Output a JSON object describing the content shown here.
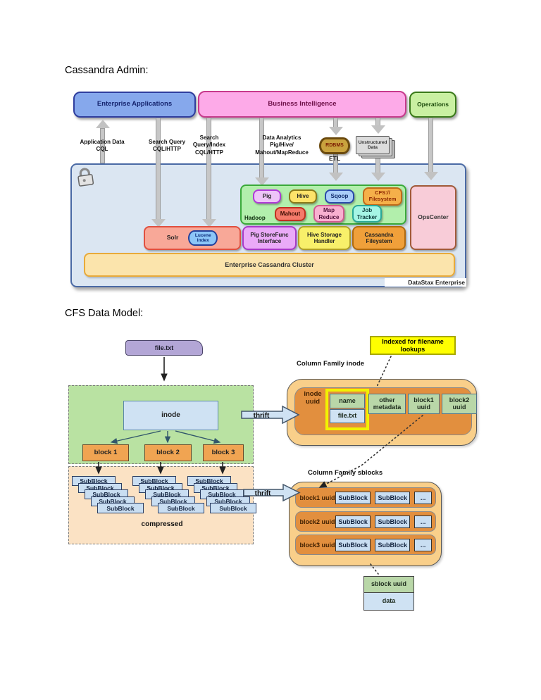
{
  "admin": {
    "heading": "Cassandra Admin:",
    "enterprise_applications": "Enterprise Applications",
    "business_intelligence": "Business Intelligence",
    "operations": "Operations",
    "flow": {
      "application_data": "Application Data\nCQL",
      "search_query": "Search Query\nCQL/HTTP",
      "search_query_index": "Search\nQuery/Index\nCQL/HTTP",
      "data_analytics": "Data Analytics\nPig/Hive/\nMahout/MapReduce",
      "rdbms": "RDBMS",
      "etl": "ETL",
      "unstructured_data": "Unstructured\nData"
    },
    "hadoop": {
      "label": "Hadoop",
      "pig": "Pig",
      "hive": "Hive",
      "sqoop": "Sqoop",
      "cfs_filesystem": "CFS://\nFilesystem",
      "mahout": "Mahout",
      "map_reduce": "Map\nReduce",
      "job_tracker": "Job\nTracker"
    },
    "solr": "Solr",
    "lucene_index": "Lucene\nIndex",
    "pig_storefunc": "Pig StoreFunc\nInterface",
    "hive_storage": "Hive Storage\nHandler",
    "cassandra_filesystem": "Cassandra\nFileystem",
    "opscenter": "OpsCenter",
    "cluster": "Enterprise Cassandra Cluster",
    "datastax": "DataStax Enterprise"
  },
  "cfs": {
    "heading": "CFS Data Model:",
    "file_txt": "file.txt",
    "indexed_note": "Indexed for filename\nlookups",
    "cf_inode_label": "Column Family inode",
    "cf_sblocks_label": "Column Family sblocks",
    "inode": "inode",
    "blocks": [
      "block 1",
      "block 2",
      "block 3"
    ],
    "thrift": "thrift",
    "subblock": "SubBlock",
    "compressed": "compressed",
    "inode_row": {
      "inode_uuid": "inode\nuuid",
      "name": "name",
      "file_txt": "file.txt",
      "other_metadata": "other\nmetadata",
      "block1_uuid": "block1\nuuid",
      "block2_uuid": "block2\nuuid"
    },
    "sblock_keys": [
      "block1 uuid",
      "block2 uuid",
      "block3 uuid"
    ],
    "ellipsis": "...",
    "sblock_uuid": "sblock uuid",
    "data": "data"
  },
  "colors": {
    "enterprise_applications": "#86a8ec",
    "business_intelligence": "#fdaae8",
    "operations": "#c9f0a2",
    "container": "#dbe6f2",
    "hadoop": "#b2efac",
    "cluster": "#fbe4ac",
    "opscenter": "#f8ccd8",
    "thrift_arrow": "#cfe2f3",
    "indexed_note": "#ffff00",
    "inode_row_outer": "#f9cf8a",
    "inode_row_inner": "#e28f3e"
  }
}
